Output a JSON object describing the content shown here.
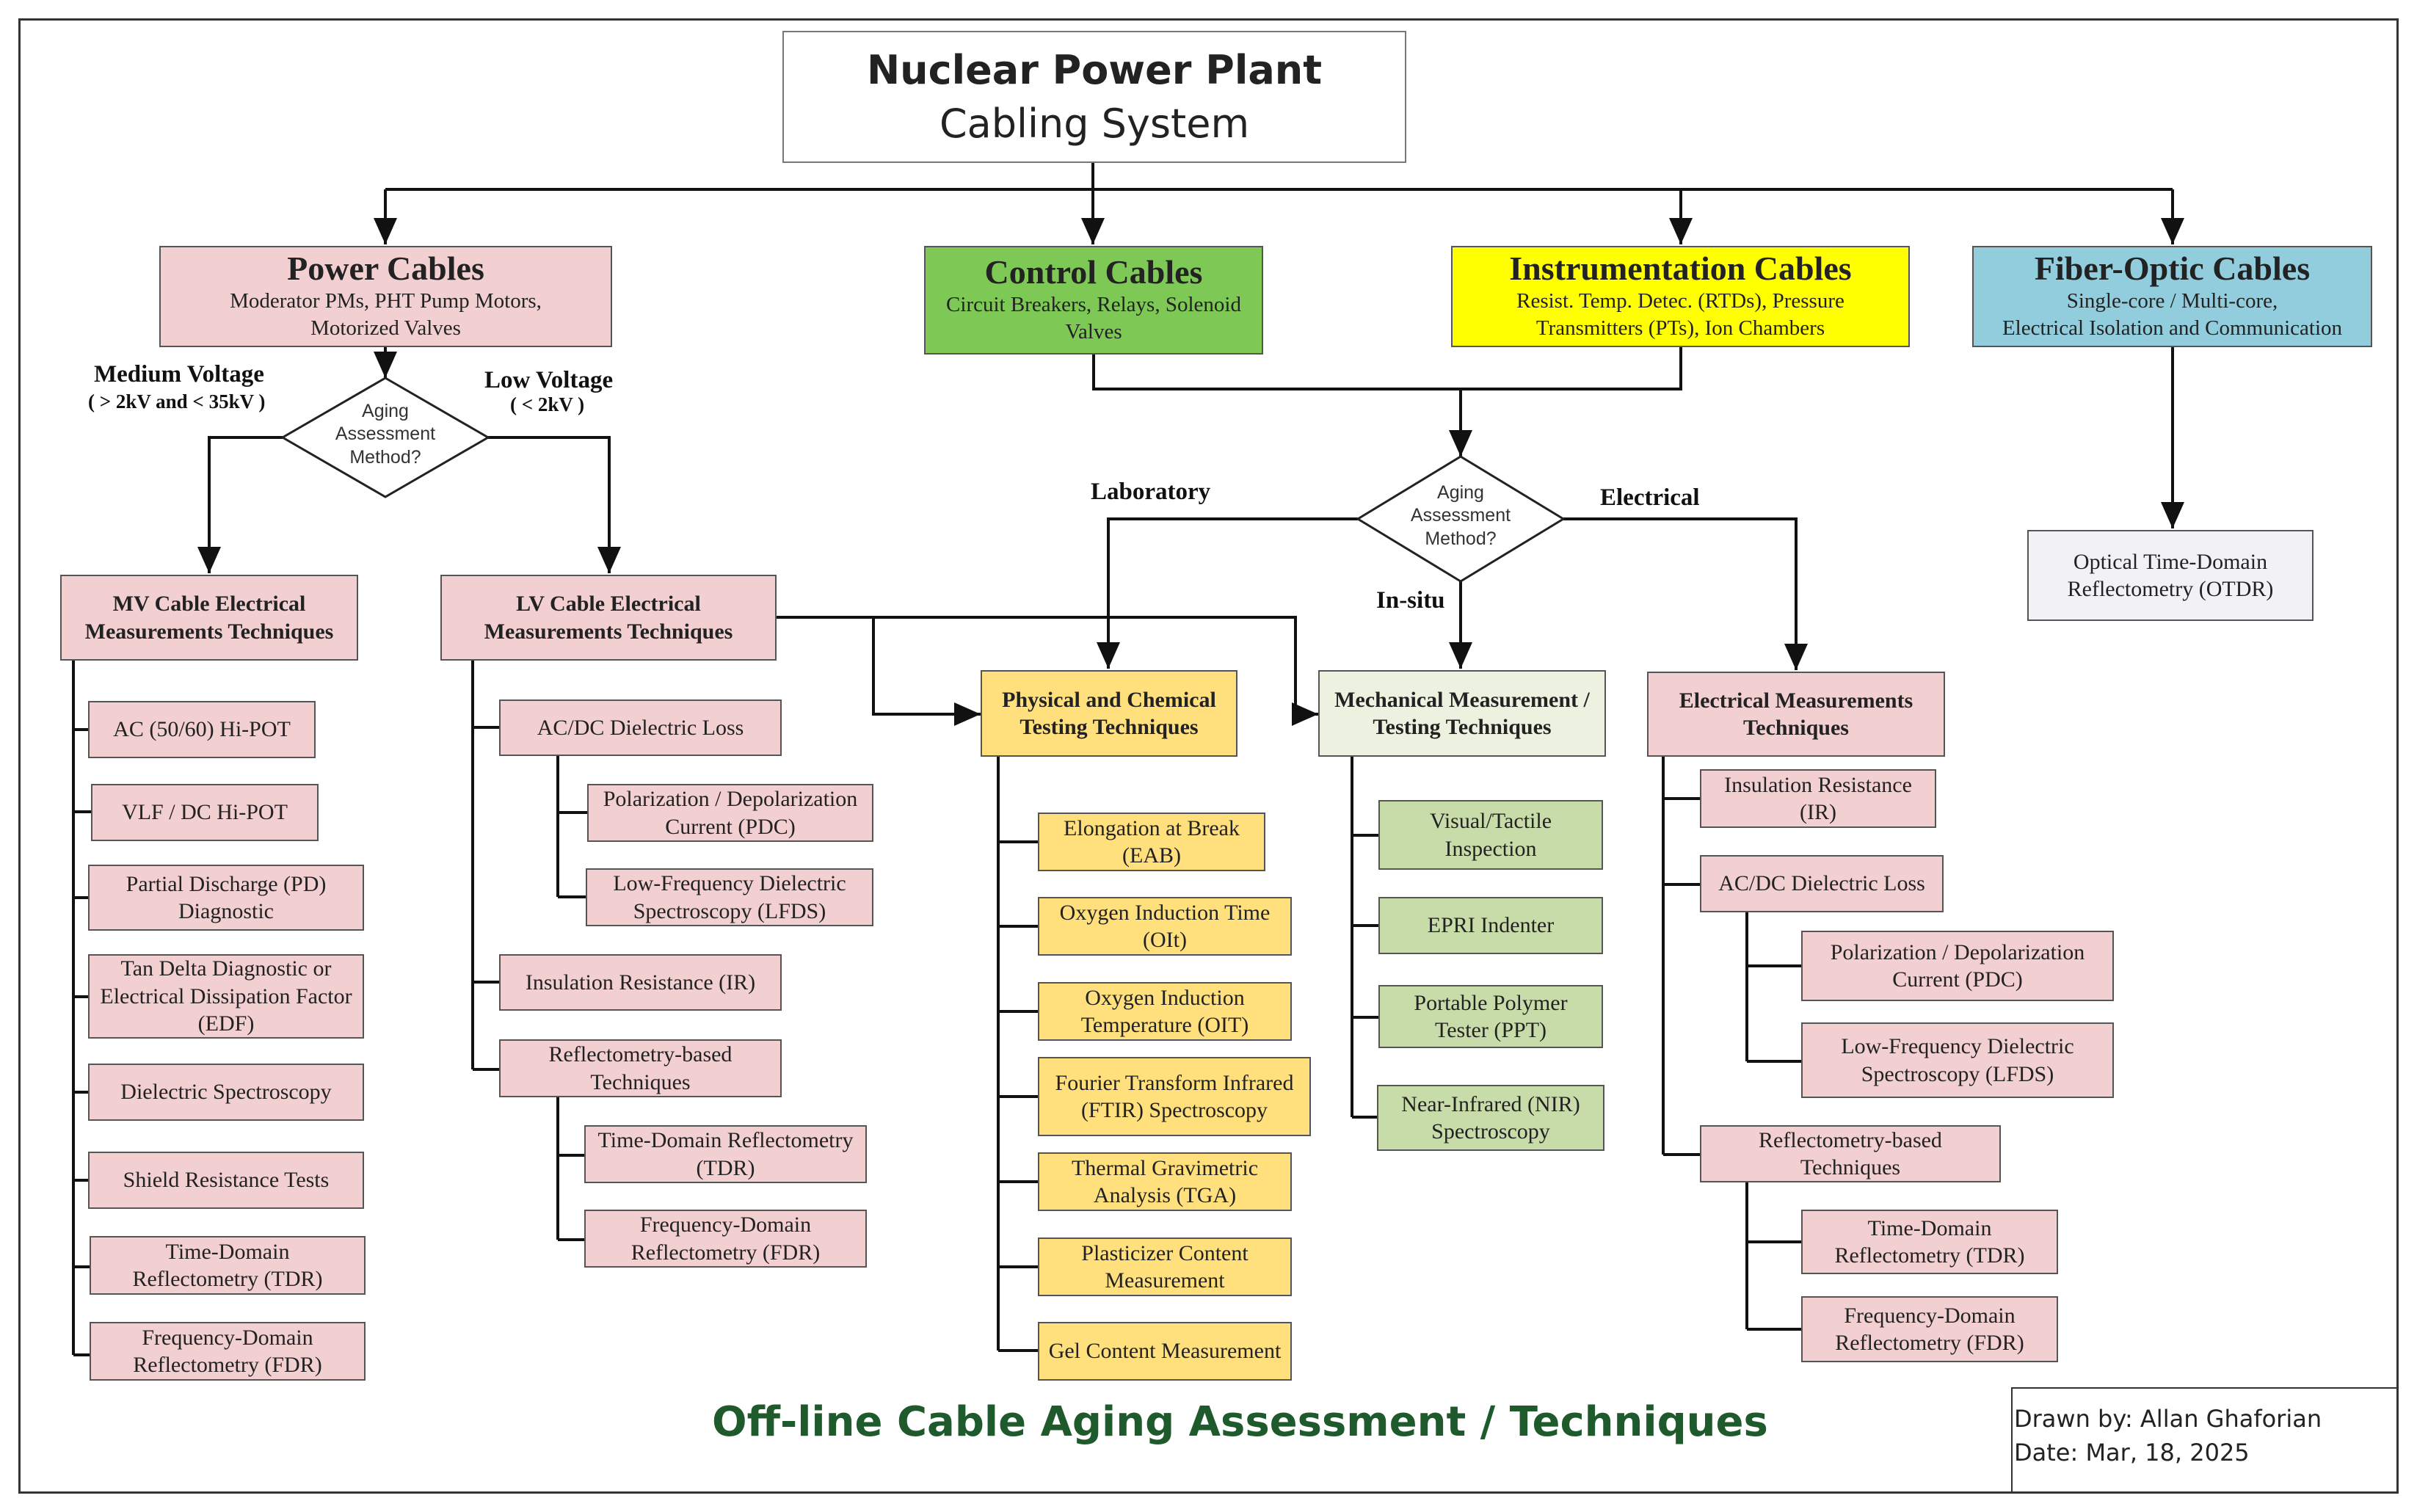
{
  "root": {
    "title": "Nuclear Power Plant",
    "subtitle": "Cabling System"
  },
  "categories": {
    "power": {
      "title": "Power Cables",
      "desc1": "Moderator PMs, PHT Pump Motors,",
      "desc2": "Motorized Valves"
    },
    "control": {
      "title": "Control Cables",
      "desc1": "Circuit Breakers, Relays, Solenoid",
      "desc2": "Valves"
    },
    "instrumentation": {
      "title": "Instrumentation Cables",
      "desc1": "Resist. Temp. Detec. (RTDs), Pressure",
      "desc2": "Transmitters (PTs), Ion Chambers"
    },
    "fiber": {
      "title": "Fiber-Optic Cables",
      "desc1": "Single-core / Multi-core,",
      "desc2": "Electrical Isolation and Communication"
    }
  },
  "decisions": {
    "left": {
      "line1": "Aging",
      "line2": "Assessment",
      "line3": "Method?"
    },
    "center": {
      "line1": "Aging",
      "line2": "Assessment",
      "line3": "Method?"
    }
  },
  "branch_labels": {
    "medium_voltage": "Medium Voltage",
    "medium_voltage_range": "( > 2kV and < 35kV )",
    "low_voltage": "Low Voltage",
    "low_voltage_range": "( < 2kV )",
    "laboratory": "Laboratory",
    "electrical": "Electrical",
    "in_situ": "In-situ"
  },
  "mv": {
    "title1": "MV Cable Electrical",
    "title2": "Measurements Techniques",
    "items": [
      {
        "l1": "AC (50/60) Hi-POT"
      },
      {
        "l1": "VLF / DC Hi-POT"
      },
      {
        "l1": "Partial Discharge (PD)",
        "l2": "Diagnostic"
      },
      {
        "l1": "Tan Delta Diagnostic or",
        "l2": "Electrical Dissipation Factor",
        "l3": "(EDF)"
      },
      {
        "l1": "Dielectric Spectroscopy"
      },
      {
        "l1": "Shield Resistance Tests"
      },
      {
        "l1": "Time-Domain",
        "l2": "Reflectometry (TDR)"
      },
      {
        "l1": "Frequency-Domain",
        "l2": "Reflectometry (FDR)"
      }
    ]
  },
  "lv": {
    "title1": "LV Cable Electrical",
    "title2": "Measurements Techniques",
    "dielectric": "AC/DC Dielectric Loss",
    "pdc1": "Polarization / Depolarization",
    "pdc2": "Current (PDC)",
    "lfds1": "Low-Frequency Dielectric",
    "lfds2": "Spectroscopy (LFDS)",
    "ir": "Insulation Resistance (IR)",
    "reflect1": "Reflectometry-based",
    "reflect2": "Techniques",
    "tdr1": "Time-Domain Reflectometry",
    "tdr2": "(TDR)",
    "fdr1": "Frequency-Domain",
    "fdr2": "Reflectometry (FDR)"
  },
  "physchem": {
    "title1": "Physical and Chemical",
    "title2": "Testing Techniques",
    "items": [
      {
        "l1": "Elongation at Break",
        "l2": "(EAB)"
      },
      {
        "l1": "Oxygen Induction Time",
        "l2": "(OIt)"
      },
      {
        "l1": "Oxygen Induction",
        "l2": "Temperature (OIT)"
      },
      {
        "l1": "Fourier Transform Infrared",
        "l2": "(FTIR) Spectroscopy"
      },
      {
        "l1": "Thermal Gravimetric",
        "l2": "Analysis (TGA)"
      },
      {
        "l1": "Plasticizer Content",
        "l2": "Measurement"
      },
      {
        "l1": "Gel Content Measurement"
      }
    ]
  },
  "mech": {
    "title1": "Mechanical Measurement /",
    "title2": "Testing Techniques",
    "items": [
      {
        "l1": "Visual/Tactile",
        "l2": "Inspection"
      },
      {
        "l1": "EPRI Indenter"
      },
      {
        "l1": "Portable Polymer",
        "l2": "Tester (PPT)"
      },
      {
        "l1": "Near-Infrared (NIR)",
        "l2": "Spectroscopy"
      }
    ]
  },
  "elec": {
    "title1": "Electrical Measurements",
    "title2": "Techniques",
    "ir1": "Insulation Resistance",
    "ir2": "(IR)",
    "dielectric": "AC/DC Dielectric Loss",
    "pdc1": "Polarization / Depolarization",
    "pdc2": "Current (PDC)",
    "lfds1": "Low-Frequency Dielectric",
    "lfds2": "Spectroscopy (LFDS)",
    "reflect1": "Reflectometry-based",
    "reflect2": "Techniques",
    "tdr1": "Time-Domain",
    "tdr2": "Reflectometry (TDR)",
    "fdr1": "Frequency-Domain",
    "fdr2": "Reflectometry (FDR)"
  },
  "otdr": {
    "l1": "Optical Time-Domain",
    "l2": "Reflectometry (OTDR)"
  },
  "footer": {
    "title": "Off-line Cable Aging Assessment / Techniques",
    "drawn_by": "Drawn by: Allan Ghaforian",
    "date": "Date: Mar, 18, 2025"
  }
}
